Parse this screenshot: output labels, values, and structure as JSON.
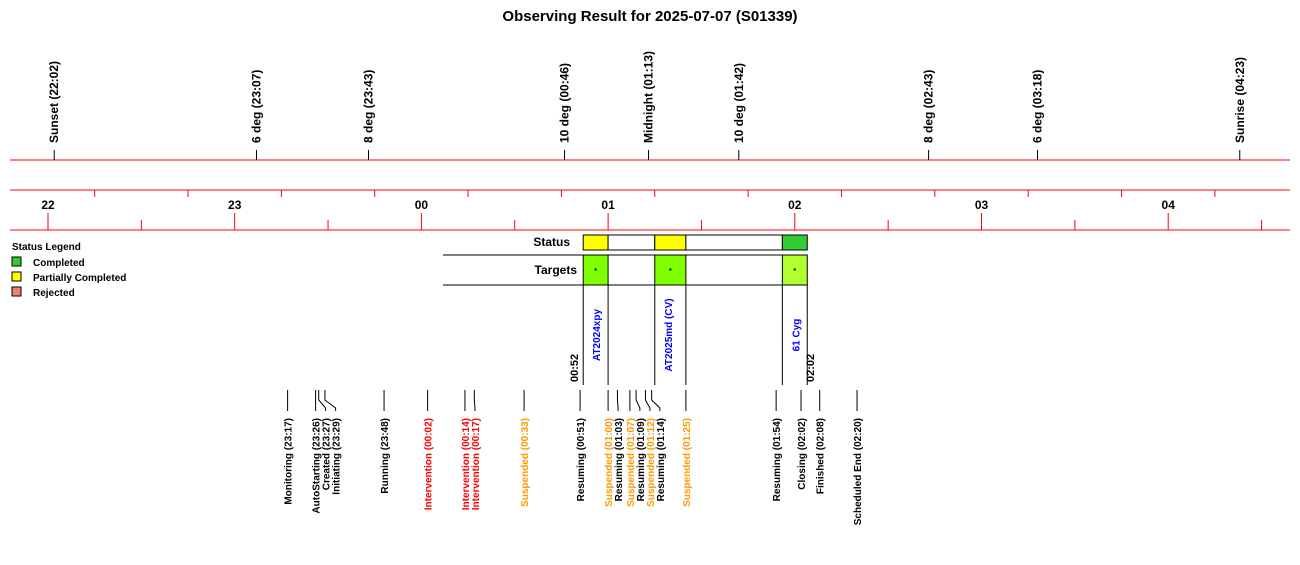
{
  "chart_data": {
    "type": "timeline",
    "title": "Observing Result for 2025-07-07 (S01339)",
    "hour_ticks": [
      "22",
      "23",
      "00",
      "01",
      "02",
      "03",
      "04"
    ],
    "sun_events": [
      {
        "label": "Sunset (22:02)",
        "time": "22:02"
      },
      {
        "label": "6 deg (23:07)",
        "time": "23:07"
      },
      {
        "label": "8 deg (23:43)",
        "time": "23:43"
      },
      {
        "label": "10 deg (00:46)",
        "time": "00:46"
      },
      {
        "label": "Midnight (01:13)",
        "time": "01:13"
      },
      {
        "label": "10 deg (01:42)",
        "time": "01:42"
      },
      {
        "label": "8 deg (02:43)",
        "time": "02:43"
      },
      {
        "label": "6 deg (03:18)",
        "time": "03:18"
      },
      {
        "label": "Sunrise (04:23)",
        "time": "04:23"
      }
    ],
    "legend": {
      "title": "Status Legend",
      "items": [
        {
          "label": "Completed",
          "color": "#33cc33"
        },
        {
          "label": "Partially Completed",
          "color": "#ffff00"
        },
        {
          "label": "Rejected",
          "color": "#f08070"
        }
      ]
    },
    "rows": {
      "status_label": "Status",
      "targets_label": "Targets"
    },
    "status_segments": [
      {
        "start": "00:52",
        "end": "01:00",
        "status": "Partially Completed",
        "color": "#ffff00"
      },
      {
        "start": "01:00",
        "end": "01:15",
        "status": "none",
        "color": "#ffffff"
      },
      {
        "start": "01:15",
        "end": "01:25",
        "status": "Partially Completed",
        "color": "#ffff00"
      },
      {
        "start": "01:25",
        "end": "01:56",
        "status": "none",
        "color": "#ffffff"
      },
      {
        "start": "01:56",
        "end": "02:04",
        "status": "Completed",
        "color": "#33cc33"
      }
    ],
    "targets": [
      {
        "name": "AT2024xpy",
        "start": "00:52",
        "end": "01:00",
        "color": "#80ff00",
        "marker": "*"
      },
      {
        "name": "AT2025md (CV)",
        "start": "01:15",
        "end": "01:25",
        "color": "#80ff00",
        "marker": "*"
      },
      {
        "name": "61 Cyg",
        "start": "01:56",
        "end": "02:04",
        "color": "#b0ff30",
        "marker": "*"
      }
    ],
    "range_labels": {
      "start": "00:52",
      "end": "02:02"
    },
    "events": [
      {
        "label": "Monitoring (23:17)",
        "time": "23:17",
        "color": "#000000"
      },
      {
        "label": "AutoStarting (23:26)",
        "time": "23:26",
        "color": "#000000"
      },
      {
        "label": "Created (23:27)",
        "time": "23:27",
        "color": "#000000"
      },
      {
        "label": "Initiating (23:29)",
        "time": "23:29",
        "color": "#000000"
      },
      {
        "label": "Running (23:48)",
        "time": "23:48",
        "color": "#000000"
      },
      {
        "label": "Intervention (00:02)",
        "time": "00:02",
        "color": "#ff0000"
      },
      {
        "label": "Intervention (00:14)",
        "time": "00:14",
        "color": "#ff0000"
      },
      {
        "label": "Intervention (00:17)",
        "time": "00:17",
        "color": "#ff0000"
      },
      {
        "label": "Suspended (00:33)",
        "time": "00:33",
        "color": "#ff9900"
      },
      {
        "label": "Resuming (00:51)",
        "time": "00:51",
        "color": "#000000"
      },
      {
        "label": "Suspended (01:00)",
        "time": "01:00",
        "color": "#ff9900"
      },
      {
        "label": "Resuming (01:03)",
        "time": "01:03",
        "color": "#000000"
      },
      {
        "label": "Suspended (01:07)",
        "time": "01:07",
        "color": "#ff9900"
      },
      {
        "label": "Resuming (01:09)",
        "time": "01:09",
        "color": "#000000"
      },
      {
        "label": "Suspended (01:12)",
        "time": "01:12",
        "color": "#ff9900"
      },
      {
        "label": "Resuming (01:14)",
        "time": "01:14",
        "color": "#000000"
      },
      {
        "label": "Suspended (01:25)",
        "time": "01:25",
        "color": "#ff9900"
      },
      {
        "label": "Resuming (01:54)",
        "time": "01:54",
        "color": "#000000"
      },
      {
        "label": "Closing (02:02)",
        "time": "02:02",
        "color": "#000000"
      },
      {
        "label": "Finished (02:08)",
        "time": "02:08",
        "color": "#000000"
      },
      {
        "label": "Scheduled End (02:20)",
        "time": "02:20",
        "color": "#000000"
      }
    ]
  }
}
